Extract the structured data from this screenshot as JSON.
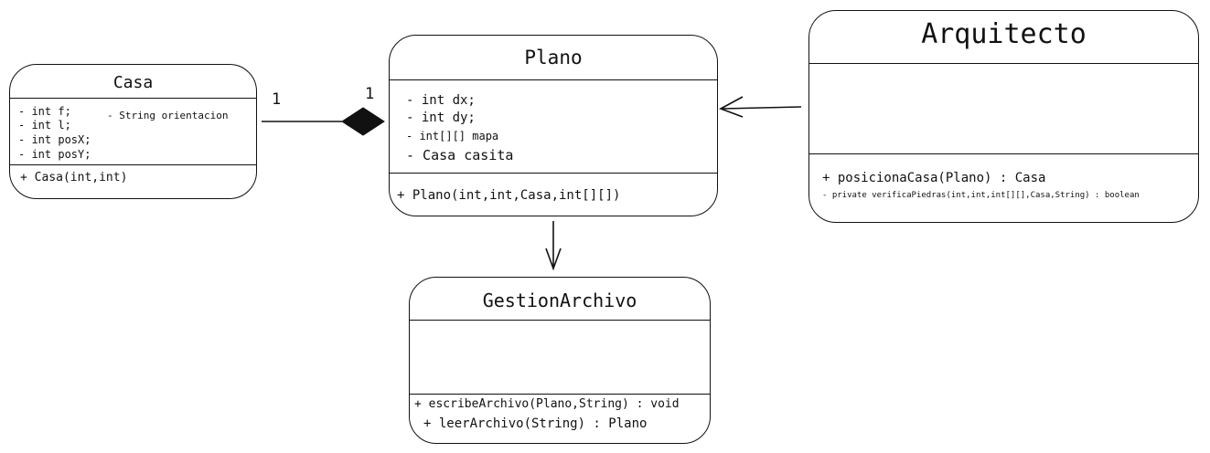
{
  "classes": {
    "casa": {
      "name": "Casa",
      "attributes": [
        "- int f;",
        "- int l;",
        "- int posX;",
        "- int posY;"
      ],
      "attribute_extra": "- String orientacion",
      "methods": [
        "+ Casa(int,int)"
      ]
    },
    "plano": {
      "name": "Plano",
      "attributes": [
        "- int dx;",
        "- int dy;",
        "- int[][] mapa",
        "- Casa casita"
      ],
      "methods": [
        "+ Plano(int,int,Casa,int[][])"
      ]
    },
    "arquitecto": {
      "name": "Arquitecto",
      "attributes": [],
      "methods": [
        "+ posicionaCasa(Plano) : Casa",
        "- private verificaPiedras(int,int,int[][],Casa,String) : boolean"
      ]
    },
    "gestion": {
      "name": "GestionArchivo",
      "attributes": [],
      "methods": [
        "+ escribeArchivo(Plano,String) : void",
        "+ leerArchivo(String) : Plano"
      ]
    }
  },
  "relations": {
    "composition": {
      "from": "Casa",
      "to": "Plano",
      "multiplicity_from": "1",
      "multiplicity_to": "1"
    },
    "association_arquitecto": {
      "from": "Arquitecto",
      "to": "Plano"
    },
    "association_gestion": {
      "from": "Plano",
      "to": "GestionArchivo"
    }
  }
}
